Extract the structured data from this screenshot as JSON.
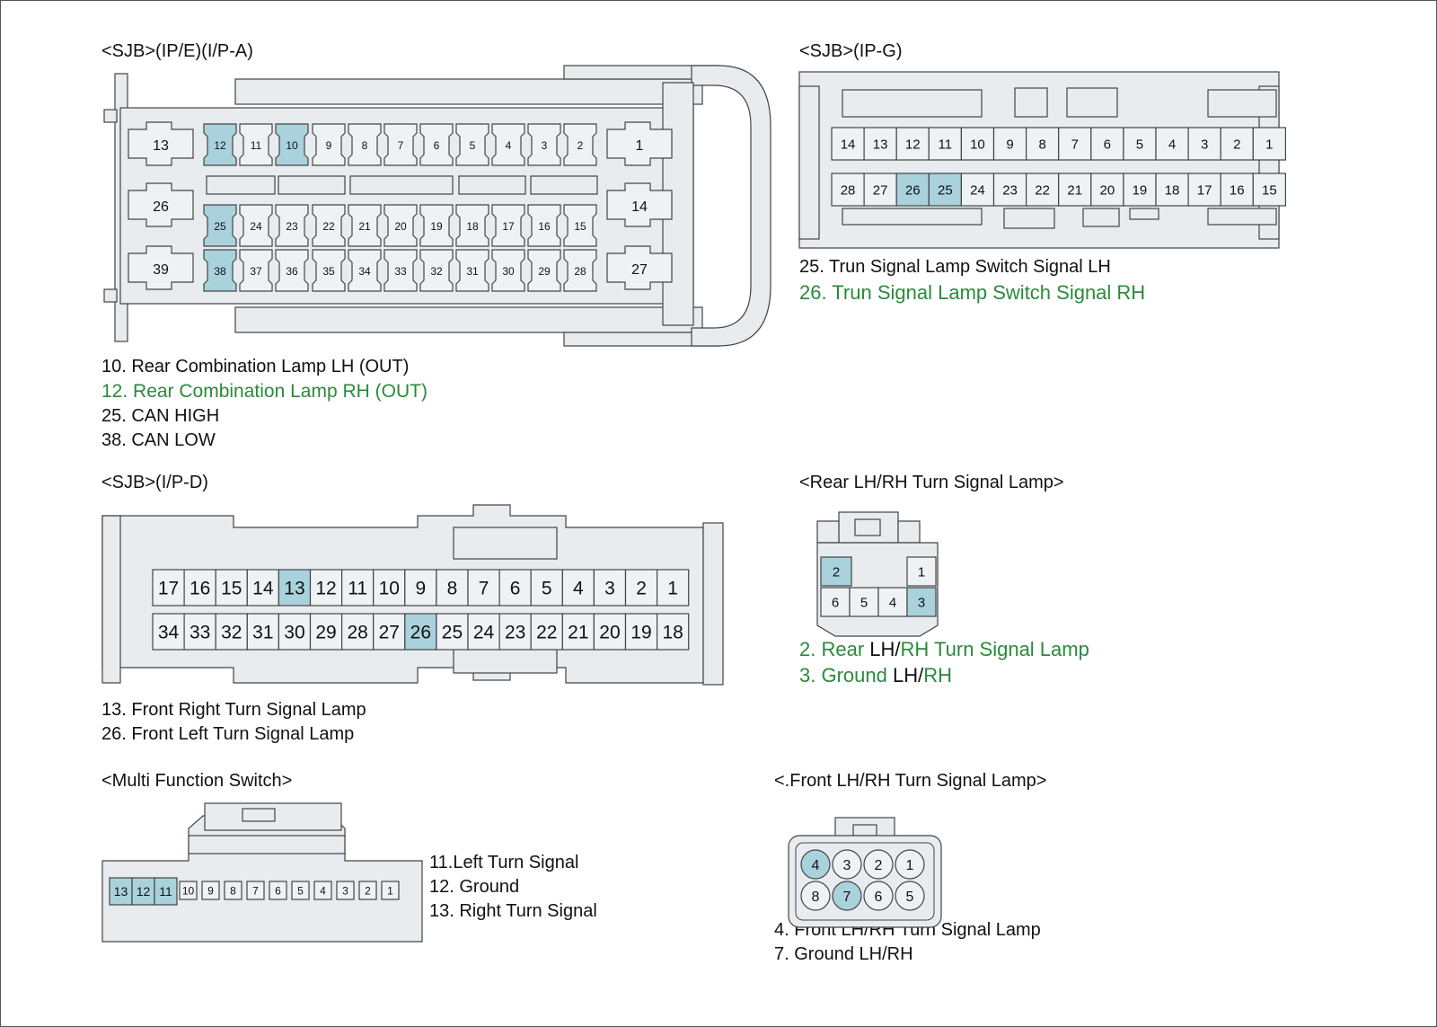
{
  "connectors": {
    "sjb_ipe": {
      "title": "<SJB>(IP/E)(I/P-A)",
      "highlighted": [
        "12",
        "10",
        "25",
        "38"
      ],
      "notes": [
        {
          "text": "10. Rear Combination Lamp LH (OUT)",
          "color": "black"
        },
        {
          "text": "12. Rear Combination Lamp RH (OUT)",
          "color": "green"
        },
        {
          "text": "25. CAN HIGH",
          "color": "black"
        },
        {
          "text": "38. CAN LOW",
          "color": "black"
        }
      ]
    },
    "sjb_ipg": {
      "title": "<SJB>(IP-G)",
      "row1": [
        "14",
        "13",
        "12",
        "11",
        "10",
        "9",
        "8",
        "7",
        "6",
        "5",
        "4",
        "3",
        "2",
        "1"
      ],
      "row2": [
        "28",
        "27",
        "26",
        "25",
        "24",
        "23",
        "22",
        "21",
        "20",
        "19",
        "18",
        "17",
        "16",
        "15"
      ],
      "highlighted": [
        "26",
        "25"
      ],
      "notes": [
        {
          "text": "25. Trun Signal Lamp Switch Signal LH",
          "color": "black"
        },
        {
          "text": "26. Trun Signal Lamp Switch Signal RH",
          "color": "green"
        }
      ]
    },
    "sjb_ipd": {
      "title": "<SJB>(I/P-D)",
      "row1": [
        "17",
        "16",
        "15",
        "14",
        "13",
        "12",
        "11",
        "10",
        "9",
        "8",
        "7",
        "6",
        "5",
        "4",
        "3",
        "2",
        "1"
      ],
      "row2": [
        "34",
        "33",
        "32",
        "31",
        "30",
        "29",
        "28",
        "27",
        "26",
        "25",
        "24",
        "23",
        "22",
        "21",
        "20",
        "19",
        "18"
      ],
      "highlighted": [
        "13",
        "26"
      ],
      "notes": [
        {
          "text": "13. Front Right Turn Signal Lamp",
          "color": "black"
        },
        {
          "text": "26. Front Left Turn Signal Lamp",
          "color": "black"
        }
      ]
    },
    "rear_lamp": {
      "title": "<Rear LH/RH Turn Signal Lamp>",
      "highlighted": [
        "2",
        "3"
      ],
      "note1": {
        "num": "2. ",
        "w1": "Rear ",
        "w2": "LH/",
        "w3": "RH Turn Signal Lamp"
      },
      "note2": {
        "num": "3. ",
        "w1": "Ground ",
        "w2": "LH/",
        "w3": "RH"
      }
    },
    "mfs": {
      "title": "<Multi Function Switch>",
      "pins": [
        "13",
        "12",
        "11",
        "10",
        "9",
        "8",
        "7",
        "6",
        "5",
        "4",
        "3",
        "2",
        "1"
      ],
      "highlighted": [
        "13",
        "12",
        "11"
      ],
      "notes": [
        {
          "text": "11.Left Turn Signal",
          "color": "black"
        },
        {
          "text": "12. Ground",
          "color": "black"
        },
        {
          "text": "13. Right Turn Signal",
          "color": "black"
        }
      ]
    },
    "front_lamp": {
      "title": "<.Front LH/RH Turn Signal Lamp>",
      "row1": [
        "4",
        "3",
        "2",
        "1"
      ],
      "row2": [
        "8",
        "7",
        "6",
        "5"
      ],
      "highlighted": [
        "4",
        "7"
      ],
      "notes": [
        {
          "text": "4. Front LH/RH Turn Signal Lamp",
          "color": "black"
        },
        {
          "text": "7. Ground LH/RH",
          "color": "black"
        }
      ]
    }
  },
  "colors": {
    "outline": "#444444",
    "body": "#e8ecef",
    "pin": "#eef2f4",
    "highlight": "#a9d2dc",
    "green": "#2a8a3a"
  }
}
